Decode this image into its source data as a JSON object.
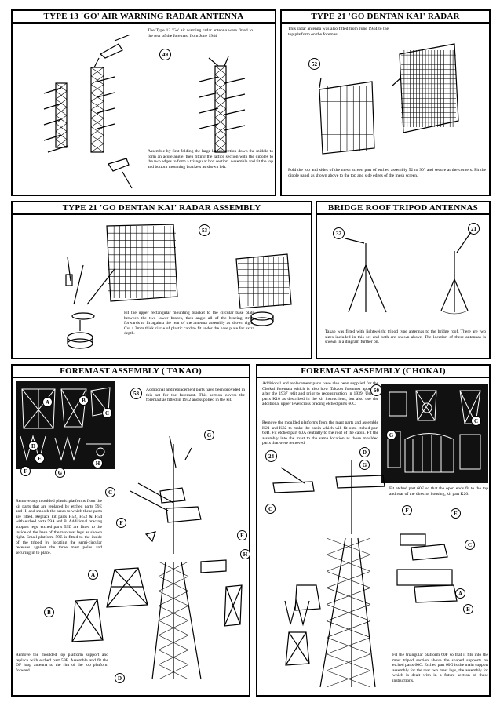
{
  "panels": {
    "p1": {
      "title": "TYPE 13 'GO' AIR WARNING RADAR ANTENNA",
      "num": "49",
      "text1": "The Type 13 'Go' air warning radar antenna were fitted to the rear of the foremast from June 1944",
      "text2": "Assemble by first folding the large lattice section down the middle to form an acute angle, then fitting the lattice section with the dipoles to the two edges to form a triangular box section. Assemble and fit the top and bottom mounting brackets as shown left."
    },
    "p2": {
      "title": "TYPE 21 'GO DENTAN KAI' RADAR",
      "num": "52",
      "text1": "This radar antenna was also fitted from June 1944 to the top platform on the foremast.",
      "text2": "Fold the top and sides of the mesh screen part of etched assembly 52 to 90° and secure at the corners. Fit the dipole panel as shown above to the top and side edges of the mesh screen."
    },
    "p3": {
      "title": "TYPE 21 'GO DENTAN KAI' RADAR ASSEMBLY",
      "num": "53",
      "text": "Fit the upper rectangular mounting bracket to the circular base plate between the two lower braces, then angle all of the bracing struts forwards to fit against the rear of the antenna assembly as shown right. Cut a 2mm thick circle of plastic card to fit under the base plate for extra depth."
    },
    "p4": {
      "title": "BRIDGE ROOF TRIPOD ANTENNAS",
      "num_left": "32",
      "num_right": "21",
      "text": "Takao was fitted with lightweight tripod type antennas to the bridge roof. There are two sizes included in this set and both are shown above. The location of these antennas is shown in a diagram further on."
    },
    "p5": {
      "title": "FOREMAST ASSEMBLY ( TAKAO)",
      "num": "58",
      "text1": "Additional and replacement parts have been provided in this set for the foremast. This section covers the foremast as fitted in 1942 and supplied in the kit.",
      "text2": "Remove any moulded plastic platforms from the kit parts that are replaced by etched parts 59E and H, and smooth the areas to which these parts are fitted. Replace kit parts H52, H53 & H54 with etched parts 59A and B. Additional bracing support legs, etched parts 59D are fitted to the inside of the base of the two rear legs as shown right. Small platform 59E is fitted to the inside of the tripod by locating the semi-circular recesses against the three mast poles and securing in to place.",
      "text3": "Remove the moulded top platform support and replace with etched part 59F. Assemble and fit the DF loop antenna to the rim of the top platform forward.",
      "labels": [
        "A",
        "B",
        "C",
        "D",
        "E",
        "F",
        "G",
        "H"
      ]
    },
    "p6": {
      "title": "FOREMAST ASSEMBLY (CHOKAI)",
      "num": "60",
      "num2": "24",
      "text1": "Additional and replacement parts have also been supplied for the Chokai foremast which is also how Takao's foremast appeared after the 1937 refit and prior to reconstruction in 1939. Use kit parts K10 as described in the kit instructions, but also use the additional upper level cross bracing etched parts 60C.",
      "text1b": "Remove the moulded platforms from the mast parts and assemble K21 and K32 to make the cabin which will fit onto etched part 60B. Fit etched part 60A centrally to the roof of the cabin. Fit the assembly into the mast to the same location as those moulded parts that were removed.",
      "text2": "Fit etched part 60E so that the open ends fit to the top and rear of the director housing, kit part K20.",
      "text3": "Fit the triangular platform 60F so that it fits into the mast tripod section above the shaped supports on etched parts 60C. Etched part 60G is the main support assembly for the rear two mast legs, the assembly for which is dealt with in a future section of these instructions.",
      "labels": [
        "A",
        "B",
        "C",
        "D",
        "E",
        "F",
        "G"
      ]
    }
  }
}
